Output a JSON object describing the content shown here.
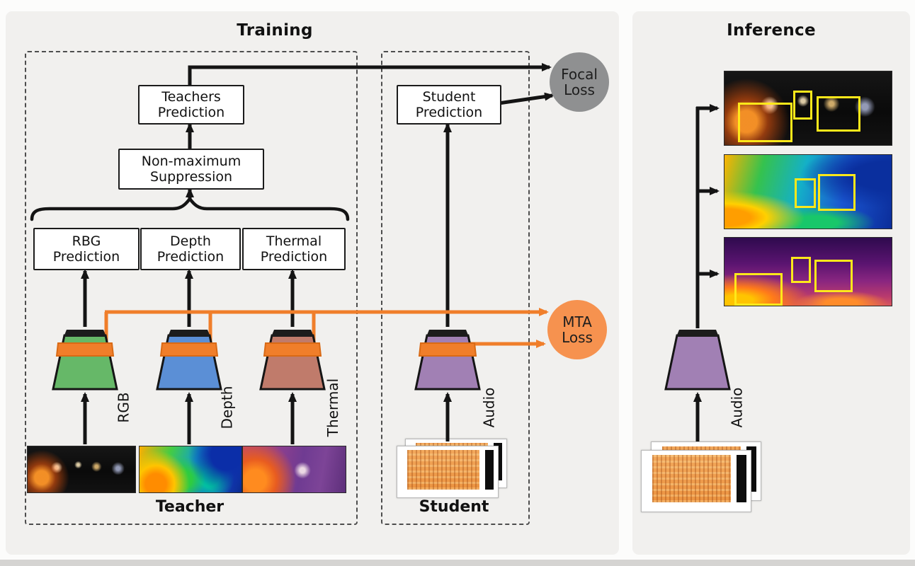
{
  "training": {
    "title": "Training",
    "boxes": {
      "teachers_prediction": "Teachers\nPrediction",
      "nms": "Non-maximum\nSuppression",
      "rbg_prediction": "RBG\nPrediction",
      "depth_prediction": "Depth\nPrediction",
      "thermal_prediction": "Thermal\nPrediction",
      "student_prediction": "Student\nPrediction"
    },
    "losses": {
      "focal": "Focal\nLoss",
      "mta": "MTA\nLoss"
    },
    "modality_labels": {
      "rgb": "RGB",
      "depth": "Depth",
      "thermal": "Thermal",
      "audio": "Audio"
    },
    "captions": {
      "teacher": "Teacher",
      "student": "Student"
    }
  },
  "inference": {
    "title": "Inference",
    "modality_labels": {
      "audio": "Audio"
    }
  },
  "colors": {
    "panel_bg": "#f1f0ee",
    "arrow": "#141414",
    "orange": "#f07e2a",
    "mta_circle": "#f6924f",
    "focal_circle": "#8f9091",
    "encoder_rgb": "#66b868",
    "encoder_depth": "#5b8fd6",
    "encoder_thermal": "#c07b6b",
    "encoder_audio": "#a180b4",
    "detection_box": "#ffe81a"
  }
}
